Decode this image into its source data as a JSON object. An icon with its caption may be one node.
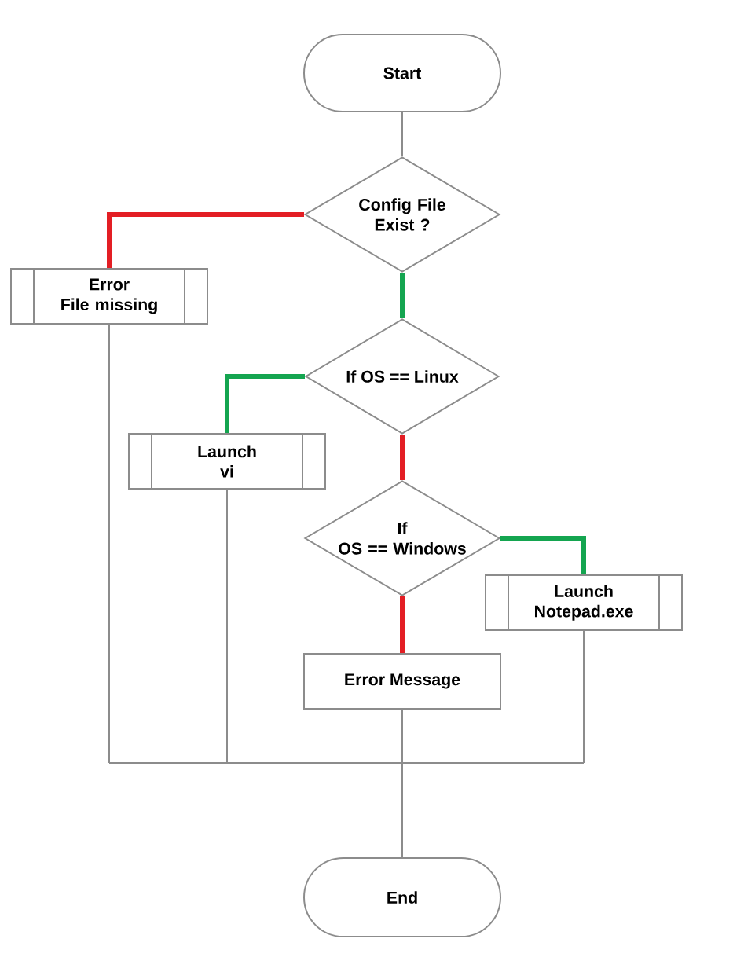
{
  "diagram": {
    "nodes": [
      {
        "text": [
          "Start"
        ]
      },
      {
        "text": [
          "Config File Exist ?"
        ]
      },
      {
        "text": [
          "Error File missing"
        ]
      },
      {
        "text": [
          "If OS == Linux"
        ]
      },
      {
        "text": [
          "Launch vi"
        ]
      },
      {
        "text": [
          "If OS == Windows"
        ]
      },
      {
        "text": [
          "Launch Notepad.exe"
        ]
      },
      {
        "text": [
          "Error Message"
        ]
      },
      {
        "text": [
          "End"
        ]
      }
    ],
    "edges": [
      {
        "from": 0,
        "to": 1,
        "arrow": "none"
      },
      {
        "from": 1,
        "to": 2,
        "arrow": "none",
        "color": "#e31e24"
      },
      {
        "from": 1,
        "to": 3,
        "arrow": "none",
        "color": "#14a550"
      },
      {
        "from": 3,
        "to": 4,
        "arrow": "none",
        "color": "#14a550"
      },
      {
        "from": 3,
        "to": 5,
        "arrow": "none",
        "color": "#e31e24"
      },
      {
        "from": 5,
        "to": 6,
        "arrow": "none",
        "color": "#14a550"
      },
      {
        "from": 5,
        "to": 7,
        "arrow": "none",
        "color": "#e31e24"
      },
      {
        "from": 2,
        "to": 8,
        "arrow": "none"
      },
      {
        "from": 4,
        "to": 8,
        "arrow": "none"
      },
      {
        "from": 7,
        "to": 8,
        "arrow": "none"
      },
      {
        "from": 6,
        "to": 8,
        "arrow": "none"
      }
    ]
  }
}
